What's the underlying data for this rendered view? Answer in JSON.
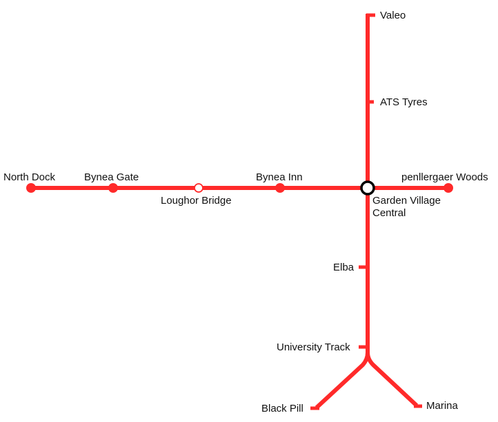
{
  "line_color": "#ff2a2a",
  "interchange_stroke": "#000000",
  "stations": {
    "north_dock": "North Dock",
    "bynea_gate": "Bynea Gate",
    "loughor_bridge": "Loughor Bridge",
    "bynea_inn": "Bynea Inn",
    "garden_village_central_line1": "Garden Village",
    "garden_village_central_line2": "Central",
    "penllergaer_woods": "penllergaer Woods",
    "valeo": "Valeo",
    "ats_tyres": "ATS Tyres",
    "elba": "Elba",
    "university_track": "University Track",
    "black_pill": "Black Pill",
    "marina": "Marina"
  }
}
